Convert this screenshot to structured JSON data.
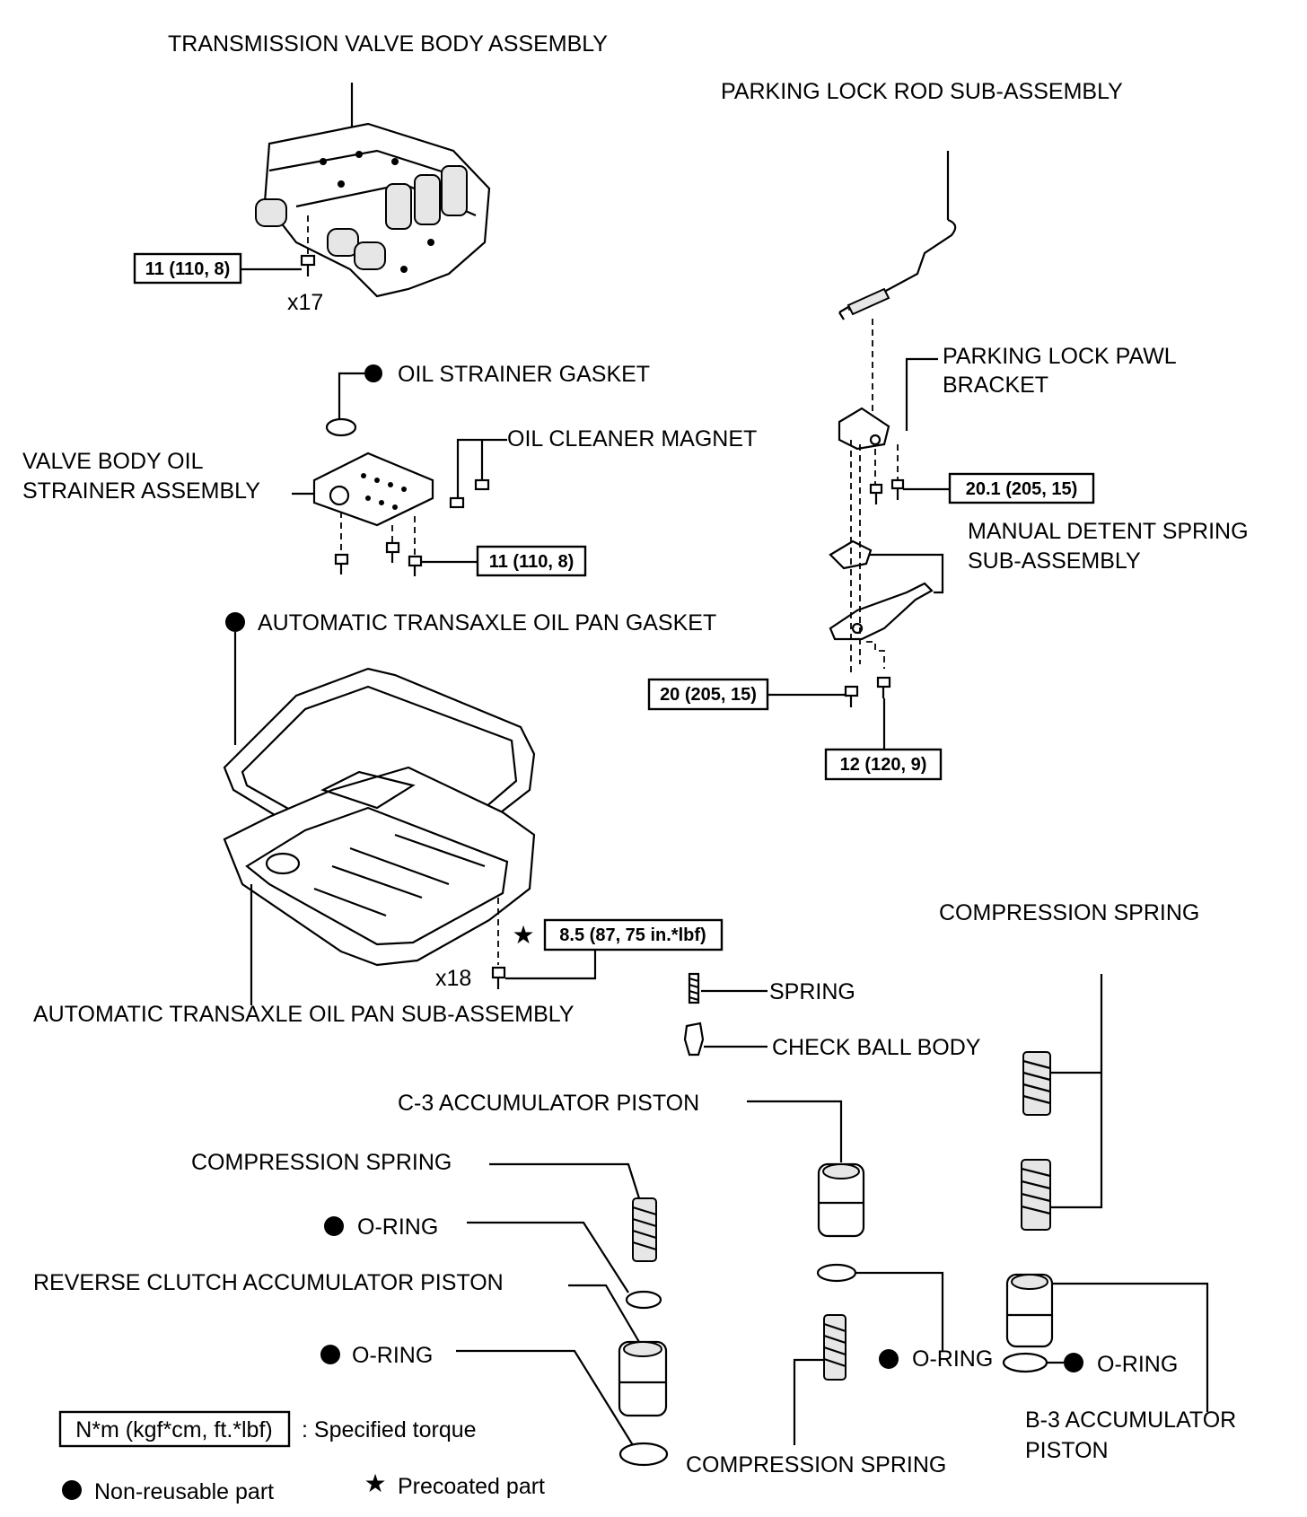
{
  "parts": {
    "valve_body": "TRANSMISSION VALVE BODY ASSEMBLY",
    "parking_rod": "PARKING LOCK ROD SUB-ASSEMBLY",
    "pawl_bracket_1": "PARKING LOCK PAWL",
    "pawl_bracket_2": "BRACKET",
    "strainer_gasket": "OIL STRAINER GASKET",
    "cleaner_magnet": "OIL CLEANER MAGNET",
    "strainer_1": "VALVE BODY OIL",
    "strainer_2": "STRAINER ASSEMBLY",
    "detent_1": "MANUAL DETENT SPRING",
    "detent_2": "SUB-ASSEMBLY",
    "pan_gasket": "AUTOMATIC TRANSAXLE OIL PAN GASKET",
    "pan": "AUTOMATIC TRANSAXLE OIL PAN SUB-ASSEMBLY",
    "comp_spring_right": "COMPRESSION SPRING",
    "spring": "SPRING",
    "check_ball": "CHECK BALL BODY",
    "c3_piston": "C-3 ACCUMULATOR PISTON",
    "comp_spring_left": "COMPRESSION SPRING",
    "oring_1": "O-RING",
    "reverse_piston": "REVERSE CLUTCH ACCUMULATOR PISTON",
    "oring_2": "O-RING",
    "oring_3": "O-RING",
    "oring_4": "O-RING",
    "comp_spring_bottom": "COMPRESSION SPRING",
    "b3_piston_1": "B-3 ACCUMULATOR",
    "b3_piston_2": "PISTON"
  },
  "torques": {
    "valve_body": "11 (110, 8)",
    "strainer": "11 (110, 8)",
    "pawl_bracket": "20.1 (205, 15)",
    "detent_a": "20 (205, 15)",
    "detent_b": "12 (120, 9)",
    "pan": "8.5 (87, 75 in.*lbf)"
  },
  "counts": {
    "valve_body_bolts": "x17",
    "pan_bolts": "x18"
  },
  "legend": {
    "torque_unit": "N*m (kgf*cm, ft.*lbf)",
    "torque_desc": ": Specified torque",
    "non_reusable": "Non-reusable part",
    "precoated": "Precoated part"
  }
}
